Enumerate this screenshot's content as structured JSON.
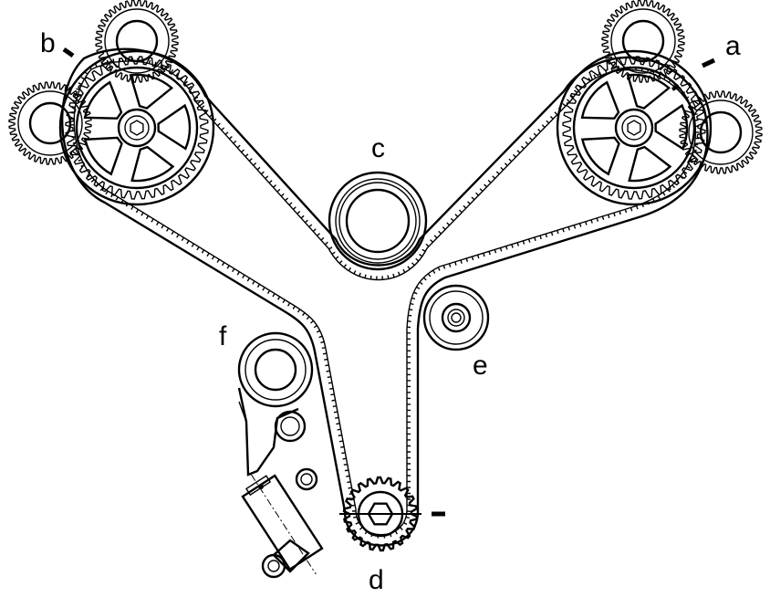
{
  "labels": {
    "a": "a",
    "b": "b",
    "c": "c",
    "d": "d",
    "e": "e",
    "f": "f"
  },
  "components": {
    "right_cam_sprocket": "gear-icon",
    "left_cam_sprocket": "gear-icon",
    "idler_pulley_c": "pulley-icon",
    "crank_sprocket_d": "gear-icon",
    "idler_pulley_e": "pulley-icon",
    "tensioner_f": "tensioner-icon"
  },
  "colors": {
    "line": "#000000",
    "background": "#ffffff"
  }
}
